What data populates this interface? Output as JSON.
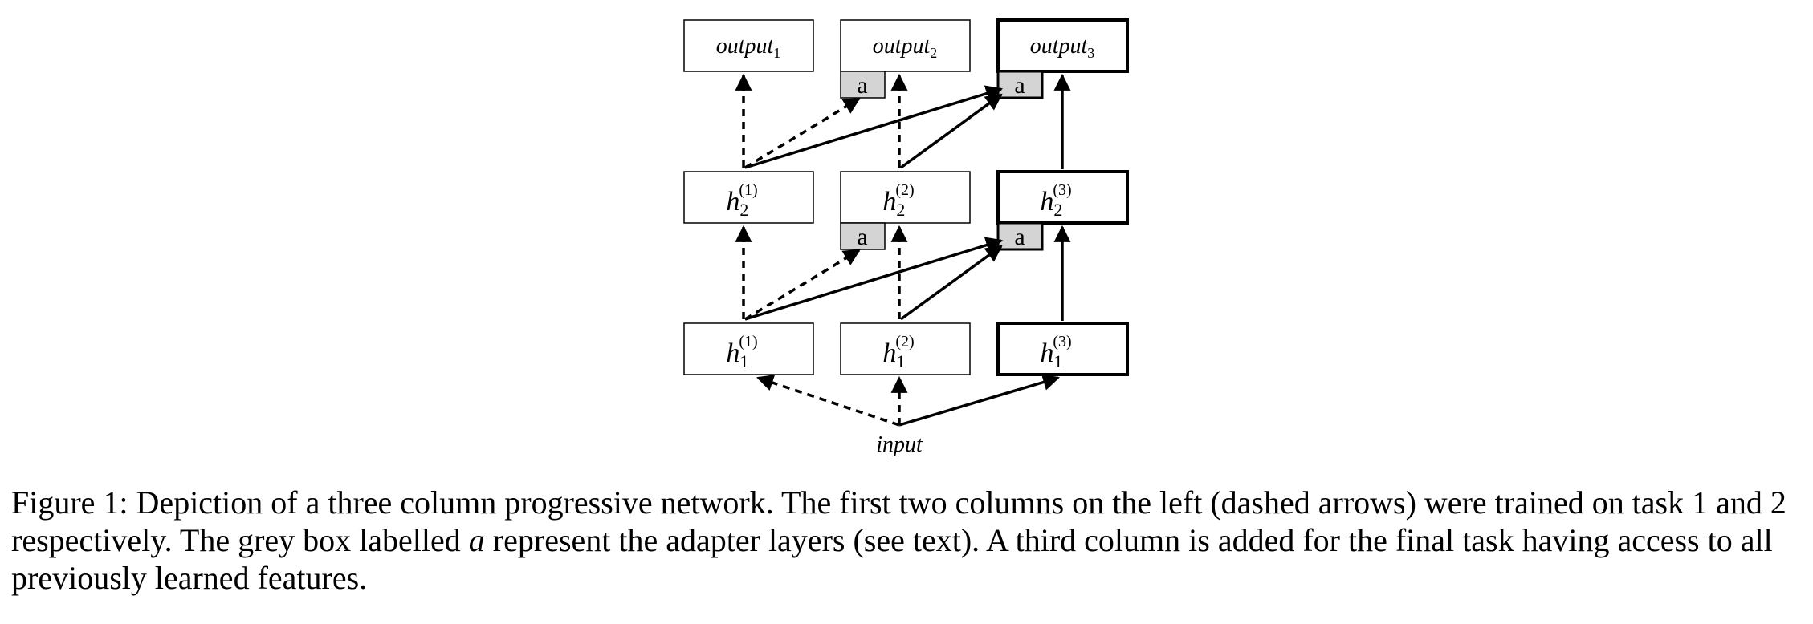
{
  "figure": {
    "nodes": {
      "output1": {
        "base": "output",
        "sub": "1"
      },
      "output2": {
        "base": "output",
        "sub": "2"
      },
      "output3": {
        "base": "output",
        "sub": "3"
      },
      "h2_1": {
        "base": "h",
        "sub": "2",
        "sup": "(1)"
      },
      "h2_2": {
        "base": "h",
        "sub": "2",
        "sup": "(2)"
      },
      "h2_3": {
        "base": "h",
        "sub": "2",
        "sup": "(3)"
      },
      "h1_1": {
        "base": "h",
        "sub": "1",
        "sup": "(1)"
      },
      "h1_2": {
        "base": "h",
        "sub": "1",
        "sup": "(2)"
      },
      "h1_3": {
        "base": "h",
        "sub": "1",
        "sup": "(3)"
      },
      "input": {
        "base": "input"
      }
    },
    "adapter_label": "a",
    "adapter_fill": "#d4d4d4",
    "caption": {
      "prefix": "Figure 1: Depiction of a three column progressive network. The first two columns on the left (dashed arrows) were trained on task 1 and 2 respectively. The grey box labelled ",
      "math_symbol": "a",
      "suffix": " represent the adapter layers (see text). A third column is added for the final task having access to all previously learned features."
    }
  }
}
